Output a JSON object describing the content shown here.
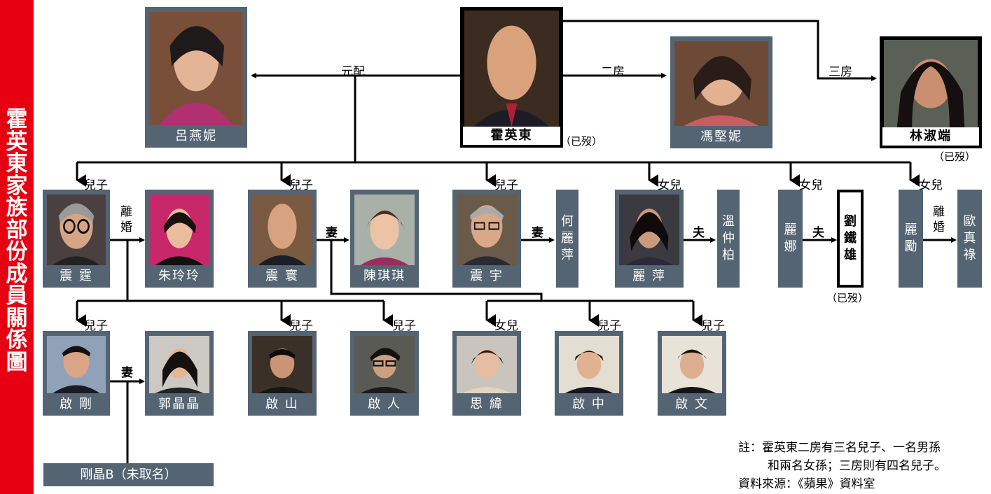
{
  "title": "霍英東家族部份成員關係圖",
  "members": {
    "huo_yingdong": "霍英東",
    "lu_yanni": "呂燕妮",
    "feng_jianni": "馮堅妮",
    "lin_shuduan": "林淑端",
    "zhen_ting": "震 霆",
    "zhu_lingling": "朱玲玲",
    "zhen_huan": "震 寰",
    "chen_qiqi": "陳琪琪",
    "zhen_yu": "震 宇",
    "he_liping": "何麗萍",
    "li_ping": "麗 萍",
    "wen_zhongbai": "溫仲柏",
    "li_na": "麗娜",
    "liu_tiexiong": "劉鐵雄",
    "li_li": "麗勵",
    "ou_zhenlu": "歐真祿",
    "qi_gang": "啟 剛",
    "guo_jingjing": "郭晶晶",
    "qi_shan": "啟 山",
    "qi_ren": "啟 人",
    "si_wei": "思 緯",
    "qi_zhong": "啟 中",
    "qi_wen": "啟 文",
    "baby": "剛晶B（未取名）"
  },
  "relations": {
    "first_wife": "元配",
    "second_wife": "二房",
    "third_wife": "三房",
    "son": "兒子",
    "daughter": "女兒",
    "divorced": "離婚",
    "wife": "妻",
    "husband": "夫"
  },
  "deceased": "（已歿）",
  "note_line1": "註：霍英東二房有三名兒子、一名男孫",
  "note_line2": "和兩名女孫；三房則有四名兒子。",
  "source": "資料來源：《蘋果》資料室",
  "colors": {
    "accent": "#e60012",
    "card": "#546473",
    "line": "#000000"
  }
}
